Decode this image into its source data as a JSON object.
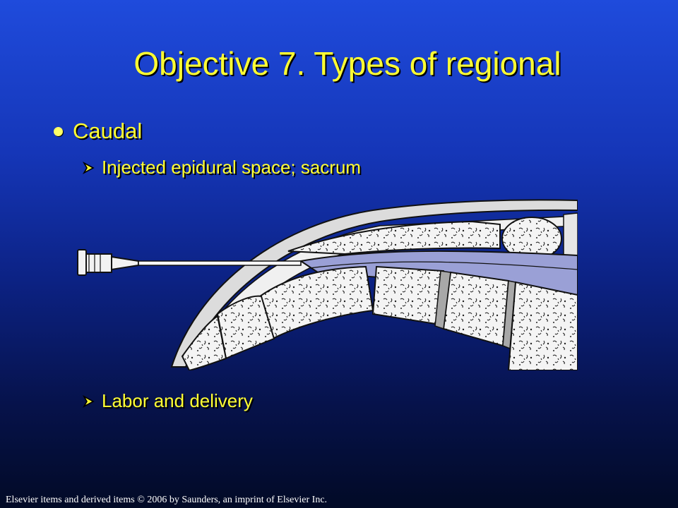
{
  "slide": {
    "title": "Objective 7. Types of regional",
    "bullet": "Caudal",
    "sub_bullets": [
      "Injected epidural space; sacrum",
      "Labor and delivery"
    ],
    "footer": "Elsevier items and derived items © 2006 by Saunders, an imprint of Elsevier Inc."
  },
  "colors": {
    "title": "#ffff33",
    "background_top": "#1f4bdc",
    "background_bottom": "#020a26",
    "epidural_space": "#9aa0d6"
  },
  "icons": [
    "round-bullet-icon",
    "arrowhead-bullet-icon",
    "caudal-needle-illustration"
  ]
}
